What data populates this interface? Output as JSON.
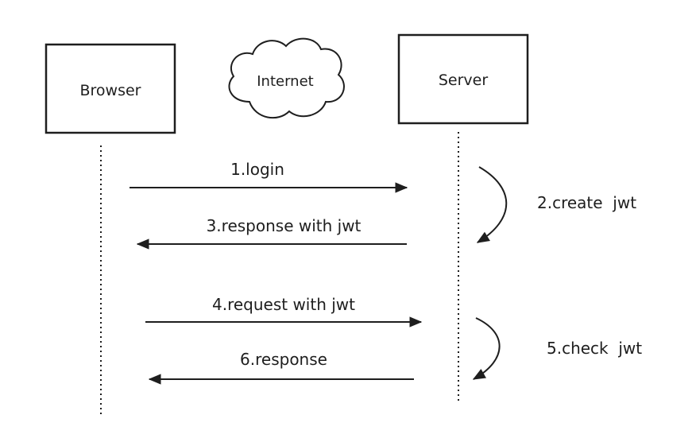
{
  "participants": {
    "browser": "Browser",
    "internet": "Internet",
    "server": "Server"
  },
  "messages": [
    {
      "label": "1.login",
      "direction": "to-server"
    },
    {
      "label": "3.response with jwt",
      "direction": "to-browser"
    },
    {
      "label": "4.request with jwt",
      "direction": "to-server"
    },
    {
      "label": "6.response",
      "direction": "to-browser"
    }
  ],
  "self_steps": [
    {
      "label": "2.create  jwt"
    },
    {
      "label": "5.check  jwt"
    }
  ],
  "colors": {
    "line": "#1e1e1e",
    "text": "#1e1e1e",
    "background": "#ffffff"
  }
}
